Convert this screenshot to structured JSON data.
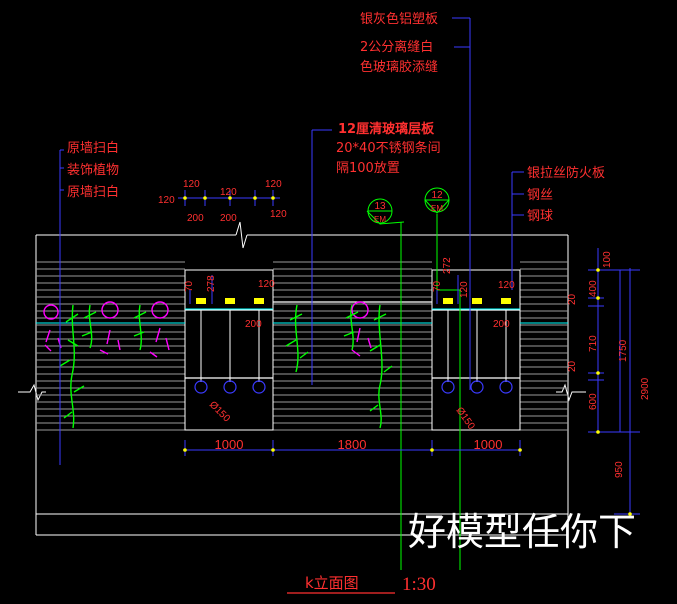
{
  "colors": {
    "bg": "#000000",
    "frame": "#ffffff",
    "red": "#ff2020",
    "label_red": "#ff3030",
    "blue": "#3a3aff",
    "green": "#00ff00",
    "yellow": "#ffff00",
    "magenta": "#ff00ff",
    "cyan": "#00ffff",
    "gray": "#9a9a9a"
  },
  "callouts": {
    "top_right": {
      "line1": "银灰色铝塑板",
      "line2": "2公分离缝白",
      "line3": "色玻璃胶添缝"
    },
    "glass": {
      "title": "12厘清玻璃层板",
      "line2": "20*40不锈钢条间",
      "line3": "隔100放置"
    },
    "left": {
      "line1": "原墙扫白",
      "line2": "装饰植物",
      "line3": "原墙扫白"
    },
    "right": {
      "line1": "银拉丝防火板",
      "line2": "钢丝",
      "line3": "钢球"
    }
  },
  "detail_marks": [
    {
      "num": "13",
      "sheet": "EM"
    },
    {
      "num": "12",
      "sheet": "EM"
    }
  ],
  "top_dims": {
    "d1": "120",
    "d2": "120",
    "d3": "120",
    "d4": "120",
    "d5": "120",
    "d6": "200",
    "d7": "200"
  },
  "inner_dims": {
    "left": {
      "a": "70",
      "b": "278",
      "c": "120",
      "d": "200",
      "dia": "Ø150"
    },
    "right": {
      "a": "70",
      "b": "272",
      "c": "120",
      "d": "120",
      "e": "200",
      "dia": "Ø150"
    }
  },
  "bottom_dims": [
    "1000",
    "1800",
    "1000"
  ],
  "right_dims": {
    "a": "100",
    "b": "400",
    "c": "20",
    "d": "710",
    "e": "1750",
    "f": "20",
    "g": "600",
    "h": "2900",
    "i": "950"
  },
  "watermark": "好模型任你下",
  "title": {
    "name": "k立面图",
    "scale": "1:30"
  }
}
